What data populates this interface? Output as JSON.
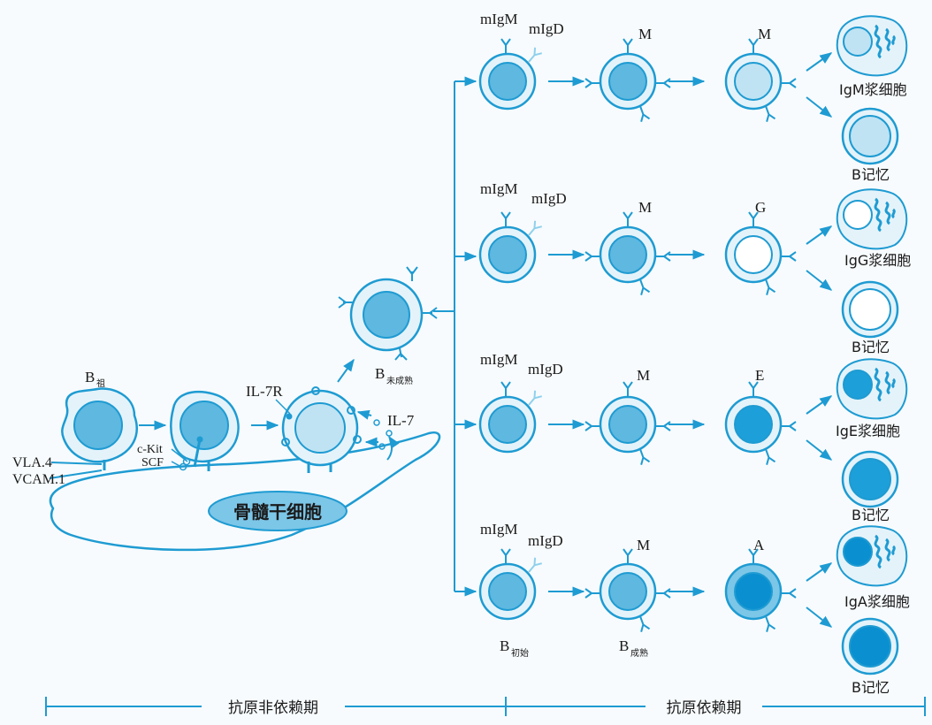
{
  "labels": {
    "b_progenitor": "B",
    "b_progenitor_sub": "祖",
    "vla4": "VLA.4",
    "vcam1": "VCAM.1",
    "ckit": "c-Kit",
    "scf": "SCF",
    "il7r": "IL-7R",
    "il7": "IL-7",
    "stromal": "骨髓干细胞",
    "b_immature": "B",
    "b_immature_sub": "未成熟",
    "migm": "mIgM",
    "migd": "mIgD",
    "b_naive": "B",
    "b_naive_sub": "初始",
    "b_mature": "B",
    "b_mature_sub": "成熟",
    "row_m_mid": "M",
    "row1_switch": "M",
    "row2_switch": "G",
    "row3_switch": "E",
    "row4_switch": "A",
    "plasma_igm": "IgM浆细胞",
    "plasma_igg": "IgG浆细胞",
    "plasma_ige": "IgE浆细胞",
    "plasma_iga": "IgA浆细胞",
    "memory": "B记忆",
    "phase_independent": "抗原非依赖期",
    "phase_dependent": "抗原依赖期"
  },
  "colors": {
    "line": "#1e9bd2",
    "cell_outer": "#e4f3fa",
    "nucleus": "#5eb8e0",
    "nucleus_light": "#bfe3f3",
    "nucleus_dark": "#1d9fd9",
    "nucleus_darkest": "#0a8fd0",
    "stromal_fill": "#7cc6e8"
  }
}
